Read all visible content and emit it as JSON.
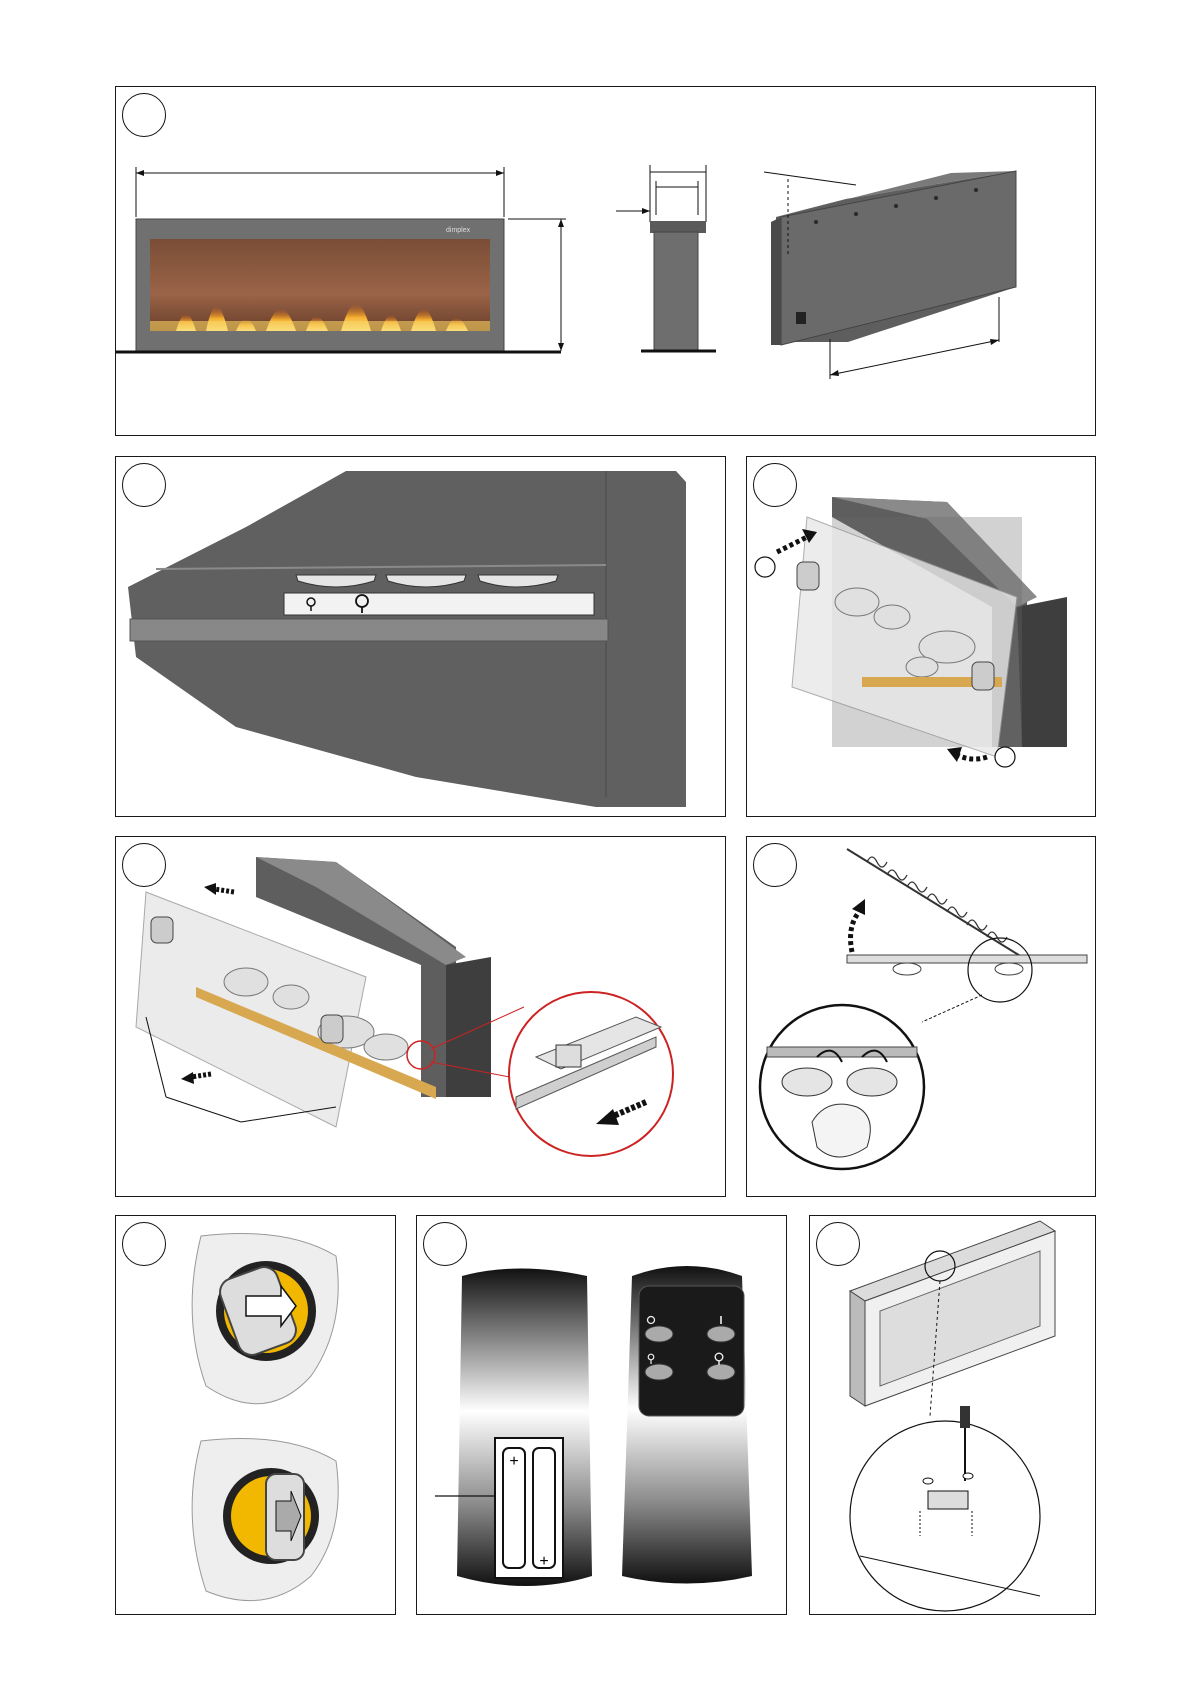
{
  "figure": {
    "brand_logo": "dimplex",
    "remote_buttons": [
      "O",
      "I",
      "flame-low",
      "flame-high"
    ],
    "battery_symbols": [
      "+",
      "+"
    ],
    "colors": {
      "frame": "#6b6b6b",
      "frame_dark": "#4a4a4a",
      "flame": "#f0a020",
      "brick": "#8a5a40",
      "callout": "#cc2222",
      "knob": "#f2b800"
    }
  }
}
